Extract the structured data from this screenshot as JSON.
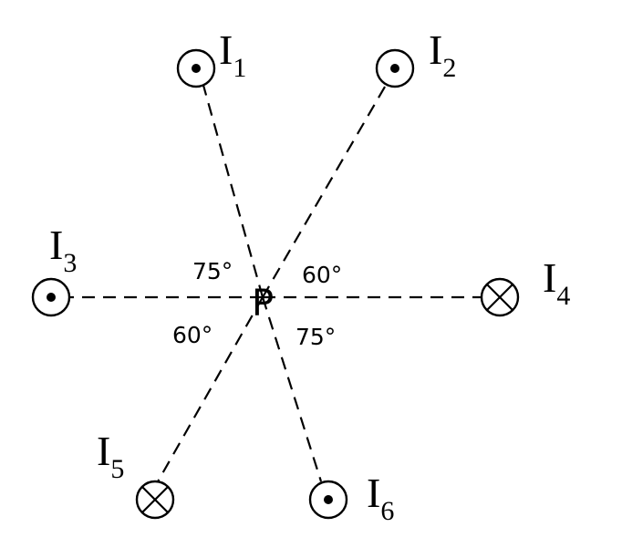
{
  "point_label": "P",
  "wires": [
    {
      "id": "w1",
      "letter": "I",
      "subscript": "1",
      "direction": "out"
    },
    {
      "id": "w2",
      "letter": "I",
      "subscript": "2",
      "direction": "out"
    },
    {
      "id": "w3",
      "letter": "I",
      "subscript": "3",
      "direction": "out"
    },
    {
      "id": "w4",
      "letter": "I",
      "subscript": "4",
      "direction": "in"
    },
    {
      "id": "w5",
      "letter": "I",
      "subscript": "5",
      "direction": "in"
    },
    {
      "id": "w6",
      "letter": "I",
      "subscript": "6",
      "direction": "out"
    }
  ],
  "angles": [
    {
      "id": "a1",
      "text": "75°"
    },
    {
      "id": "a2",
      "text": "60°"
    },
    {
      "id": "a3",
      "text": "60°"
    },
    {
      "id": "a4",
      "text": "75°"
    }
  ]
}
